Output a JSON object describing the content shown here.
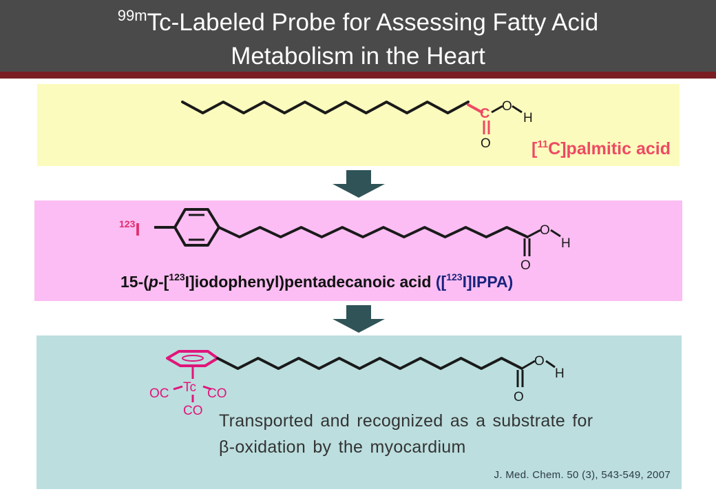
{
  "title": {
    "superscript": "99m",
    "line1_rest": "Tc-Labeled Probe for Assessing Fatty Acid",
    "line2": "Metabolism in the Heart"
  },
  "panel1": {
    "label_open": "[",
    "label_mass": "11",
    "label_rest": "C]palmitic acid",
    "atoms": {
      "carbon": "C",
      "oxygen_top": "O",
      "hydrogen": "H",
      "oxygen_bottom": "O"
    }
  },
  "panel2": {
    "iodine_mass": "123",
    "iodine_symbol": "I",
    "name_a": "15-(",
    "name_p": "p",
    "name_b": "-[",
    "name_mass1": "123",
    "name_c": "I]iodophenyl)pentadecanoic acid ",
    "name_blue_a": "([",
    "name_mass2": "123",
    "name_blue_b": "I]IPPA)",
    "atoms": {
      "oxygen_top": "O",
      "hydrogen": "H",
      "oxygen_bottom": "O"
    }
  },
  "panel3": {
    "metal": "Tc",
    "ligand_left": "OC",
    "ligand_right": "CO",
    "ligand_bottom": "CO",
    "atoms": {
      "oxygen_top": "O",
      "hydrogen": "H",
      "oxygen_bottom": "O"
    },
    "description_line1": "Transported and recognized as a substrate for",
    "description_beta": "β",
    "description_line2": "-oxidation by the myocardium",
    "reference": "J. Med. Chem. 50 (3), 543-549, 2007"
  },
  "colors": {
    "title_bg": "#4a4a4a",
    "title_accent": "#7a1e24",
    "panel1_bg": "#fbfbbd",
    "panel2_bg": "#fbbdf3",
    "panel3_bg": "#bcdedf",
    "arrow": "#2f5356",
    "highlight_red": "#ee4a63",
    "magenta": "#e0157a"
  },
  "icons": [
    "down-arrow-icon",
    "cyclopentadienyl-ring-icon",
    "phenyl-ring-icon"
  ]
}
